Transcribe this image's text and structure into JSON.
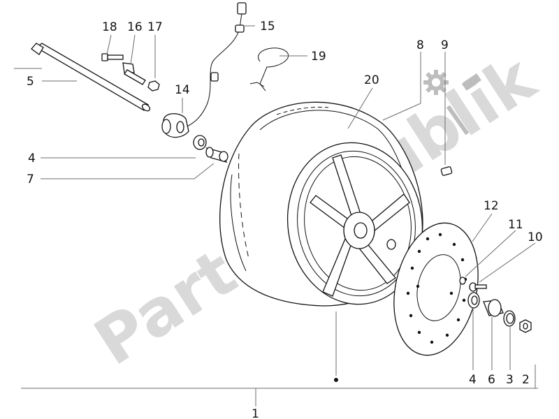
{
  "watermark": "PartsRepublik",
  "callouts": {
    "c1": "1",
    "c2": "2",
    "c3": "3",
    "c4a": "4",
    "c4b": "4",
    "c5": "5",
    "c6": "6",
    "c7": "7",
    "c8": "8",
    "c9": "9",
    "c10": "10",
    "c11": "11",
    "c12": "12",
    "c14": "14",
    "c15": "15",
    "c16": "16",
    "c17": "17",
    "c18": "18",
    "c19": "19",
    "c20": "20"
  },
  "icons": {
    "catalog_icon": "gear-hammer-icon"
  }
}
